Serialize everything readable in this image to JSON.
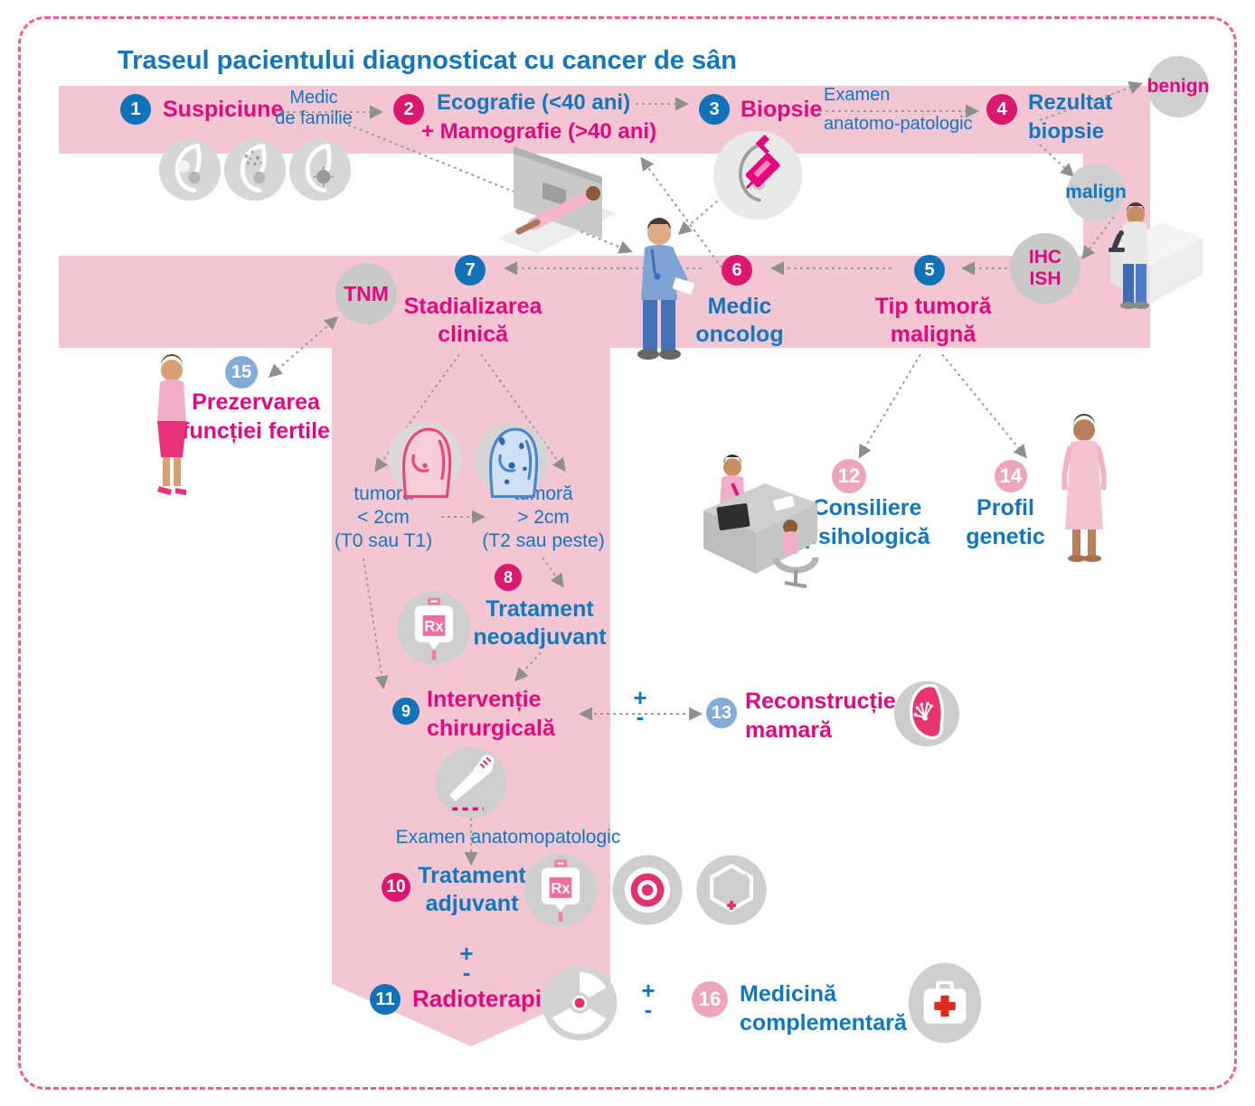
{
  "title": "Traseul pacientului diagnosticat cu cancer de sân",
  "palette": {
    "band": "#f2c7d3",
    "blue": "#1377bd",
    "magenta": "#e5077e",
    "circle_blue": "#1272b8",
    "circle_pink": "#d9186e",
    "light_blue": "#85abd9",
    "light_pink": "#eda4bd",
    "gray_icon": "#cccccc",
    "arrow": "#9b9b9b",
    "border_pink": "#ec5f94",
    "red": "#e02b20"
  },
  "steps": {
    "s1": {
      "num": "1",
      "label": "Suspiciune"
    },
    "s2": {
      "num": "2",
      "line1": "Ecografie (<40 ani)",
      "line2": "+ Mamografie (>40 ani)"
    },
    "s3": {
      "num": "3",
      "label": "Biopsie"
    },
    "s4": {
      "num": "4",
      "line1": "Rezultat",
      "line2": "biopsie"
    },
    "s5": {
      "num": "5",
      "line1": "Tip tumoră",
      "line2": "malignă"
    },
    "s6": {
      "num": "6",
      "line1": "Medic",
      "line2": "oncolog"
    },
    "s7": {
      "num": "7",
      "line1": "Stadializarea",
      "line2": "clinică"
    },
    "s8": {
      "num": "8",
      "line1": "Tratament",
      "line2": "neoadjuvant"
    },
    "s9": {
      "num": "9",
      "line1": "Intervenție",
      "line2": "chirurgicală"
    },
    "s10": {
      "num": "10",
      "line1": "Tratament",
      "line2": "adjuvant"
    },
    "s11": {
      "num": "11",
      "label": "Radioterapie"
    },
    "s12": {
      "num": "12",
      "line1": "Consiliere",
      "line2": "psihologică"
    },
    "s13": {
      "num": "13",
      "line1": "Reconstrucție",
      "line2": "mamară"
    },
    "s14": {
      "num": "14",
      "line1": "Profil",
      "line2": "genetic"
    },
    "s15": {
      "num": "15",
      "line1": "Prezervarea",
      "line2": "funcției fertile"
    },
    "s16": {
      "num": "16",
      "line1": "Medicină",
      "line2": "complementară"
    }
  },
  "annotations": {
    "medic_familie_l1": "Medic",
    "medic_familie_l2": "de familie",
    "examen1_l1": "Examen",
    "examen1_l2": "anatomo-patologic",
    "examen2": "Examen anatomopatologic",
    "benign": "benign",
    "malign": "malign",
    "ihc": "IHC",
    "ish": "ISH",
    "tnm": "TNM",
    "tumor_small_l1": "tumoră",
    "tumor_small_l2": "< 2cm",
    "tumor_small_l3": "(T0 sau T1)",
    "tumor_large_l1": "tumoră",
    "tumor_large_l2": "> 2cm",
    "tumor_large_l3": "(T2 sau peste)",
    "plus": "+",
    "minus": "-"
  }
}
